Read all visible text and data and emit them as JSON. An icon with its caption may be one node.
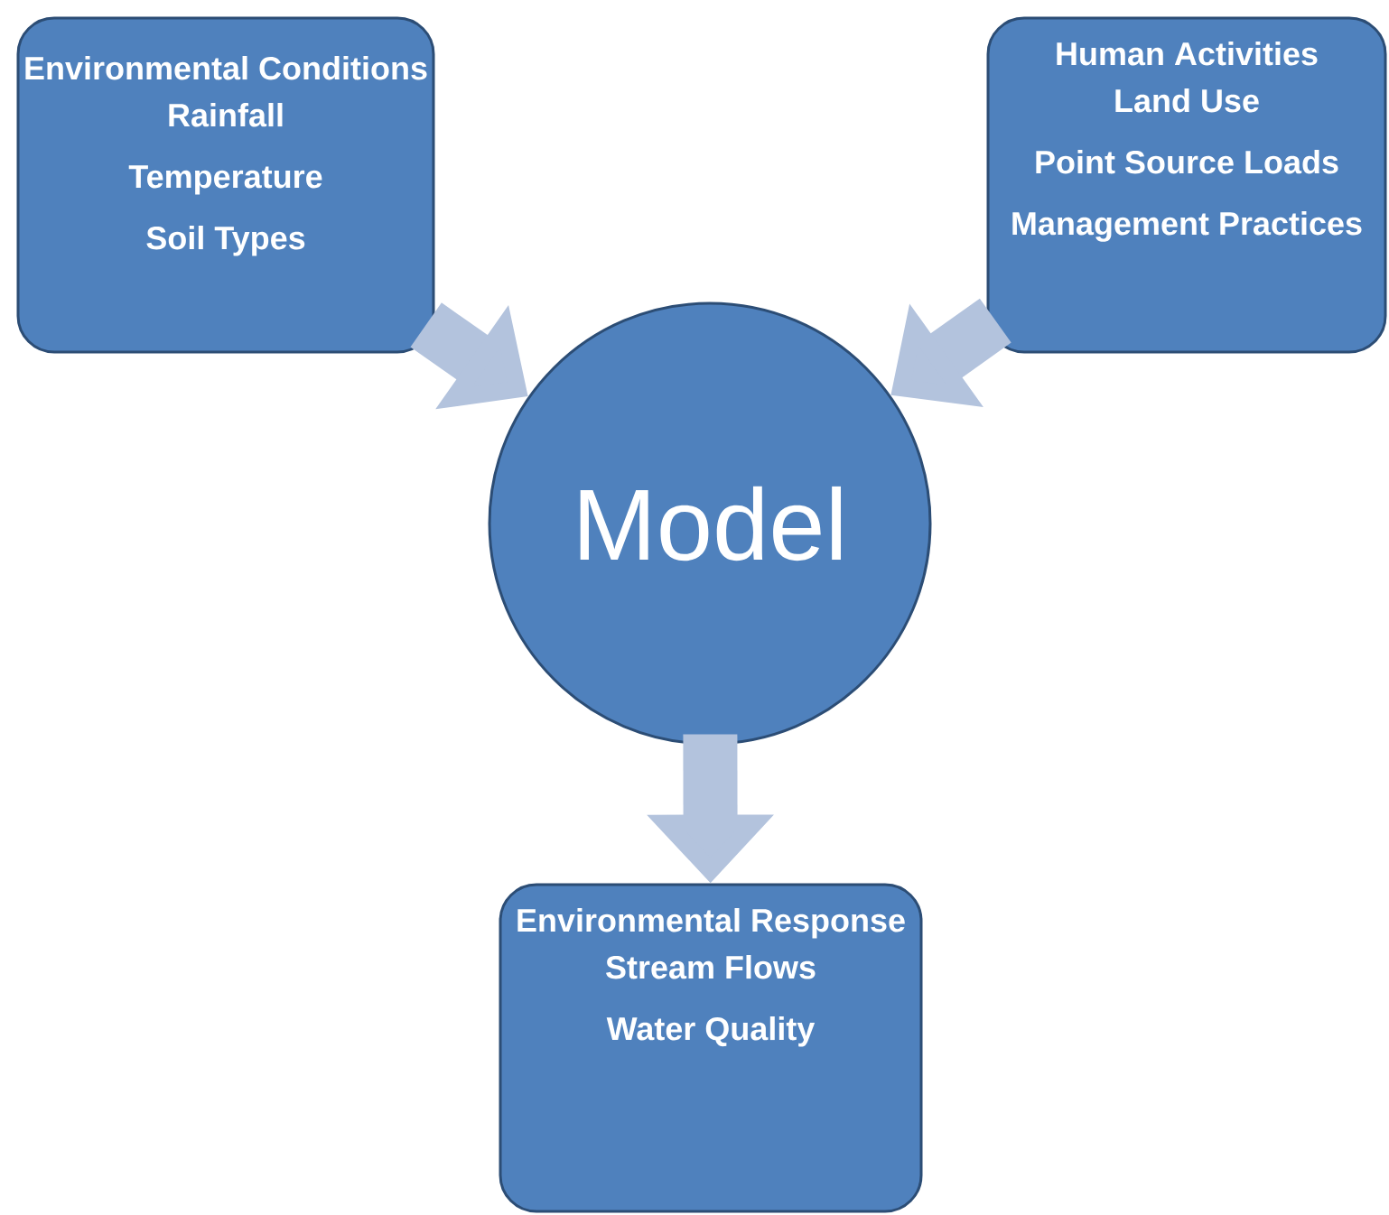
{
  "diagram": {
    "nodes": [
      {
        "text": [
          "Environmental Conditions",
          "Rainfall",
          "Temperature",
          "Soil Types"
        ]
      },
      {
        "text": [
          "Human Activities",
          "Land Use",
          "Point Source Loads",
          "Management Practices"
        ]
      },
      {
        "text": [
          "Model"
        ]
      },
      {
        "text": [
          "Environmental Response",
          "Stream Flows",
          "Water Quality"
        ]
      }
    ],
    "edges": [
      {
        "from": 0,
        "to": 2,
        "arrow": "to"
      },
      {
        "from": 1,
        "to": 2,
        "arrow": "to"
      },
      {
        "from": 2,
        "to": 3,
        "arrow": "to"
      }
    ]
  }
}
